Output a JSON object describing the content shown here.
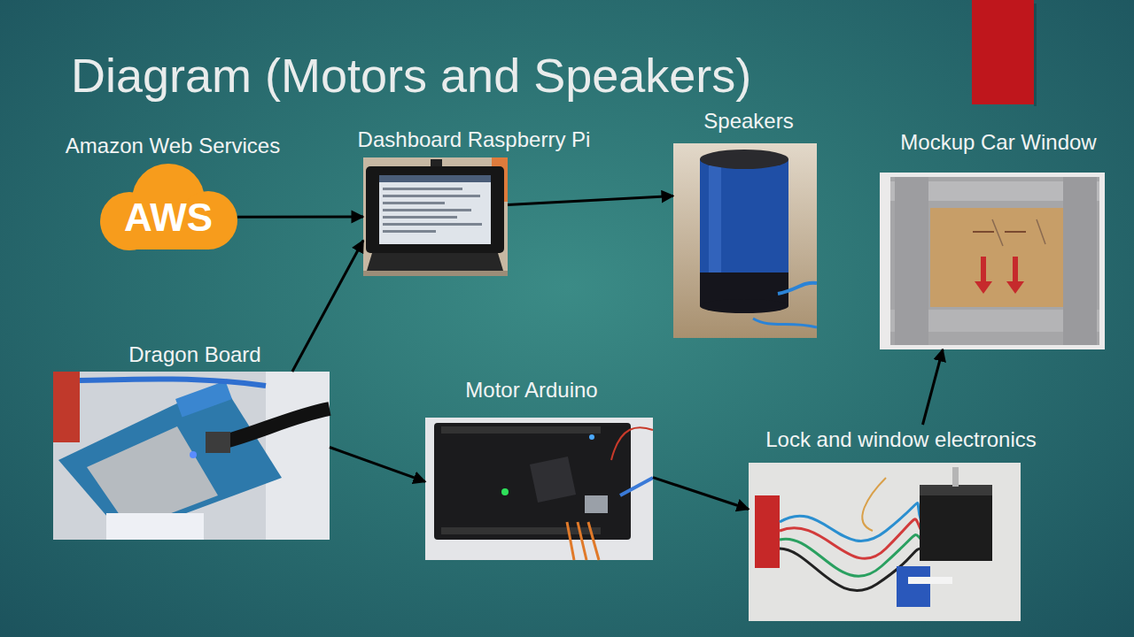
{
  "diagram": {
    "title": "Diagram (Motors and Speakers)",
    "nodes": [
      {
        "text": [
          "Amazon Web Services",
          "AWS"
        ]
      },
      {
        "text": [
          "Dashboard Raspberry Pi"
        ]
      },
      {
        "text": [
          "Speakers"
        ]
      },
      {
        "text": [
          "Mockup Car Window"
        ]
      },
      {
        "text": [
          "Dragon Board"
        ]
      },
      {
        "text": [
          "Motor Arduino"
        ]
      },
      {
        "text": [
          "Lock and window electronics"
        ]
      }
    ],
    "edges": [
      {
        "from": 0,
        "to": 1,
        "arrow": "to"
      },
      {
        "from": 4,
        "to": 1,
        "arrow": "to"
      },
      {
        "from": 1,
        "to": 2,
        "arrow": "to"
      },
      {
        "from": 4,
        "to": 5,
        "arrow": "to"
      },
      {
        "from": 5,
        "to": 6,
        "arrow": "to"
      },
      {
        "from": 6,
        "to": 3,
        "arrow": "to"
      }
    ]
  }
}
